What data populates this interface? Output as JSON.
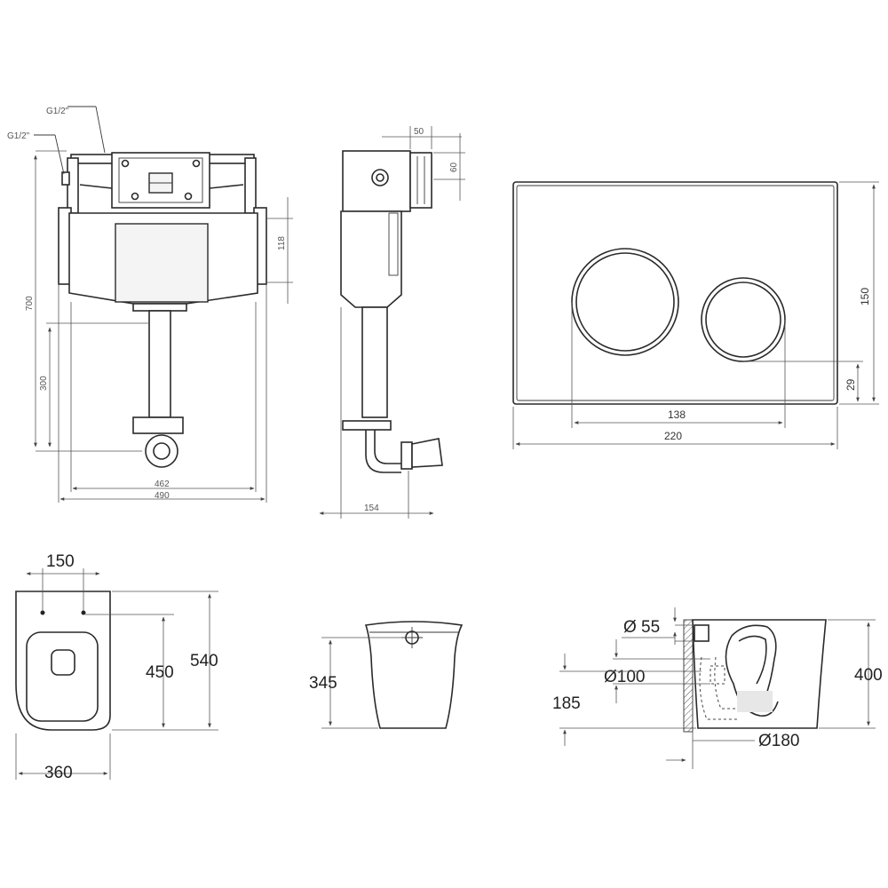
{
  "frame_view": {
    "inlet_label_1": "G1/2\"",
    "inlet_label_2": "G1/2\"",
    "dim_height": "700",
    "dim_drain_height": "300",
    "dim_bracket": "118",
    "dim_inner_width": "462",
    "dim_outer_width": "490"
  },
  "side_view": {
    "dim_top_width": "50",
    "dim_top_height": "60",
    "dim_depth": "154"
  },
  "flush_plate": {
    "dim_height": "150",
    "dim_button_offset": "29",
    "dim_button_span": "138",
    "dim_width": "220"
  },
  "toilet_top": {
    "dim_hole_spacing": "150",
    "dim_hole_depth": "450",
    "dim_length": "540",
    "dim_width": "360"
  },
  "toilet_front": {
    "dim_height": "345"
  },
  "toilet_section": {
    "dim_inlet_dia": "Ø 55",
    "dim_outlet_dia": "Ø100",
    "dim_outlet_height": "185",
    "dim_height": "400",
    "dim_bottom_dia": "Ø180"
  }
}
